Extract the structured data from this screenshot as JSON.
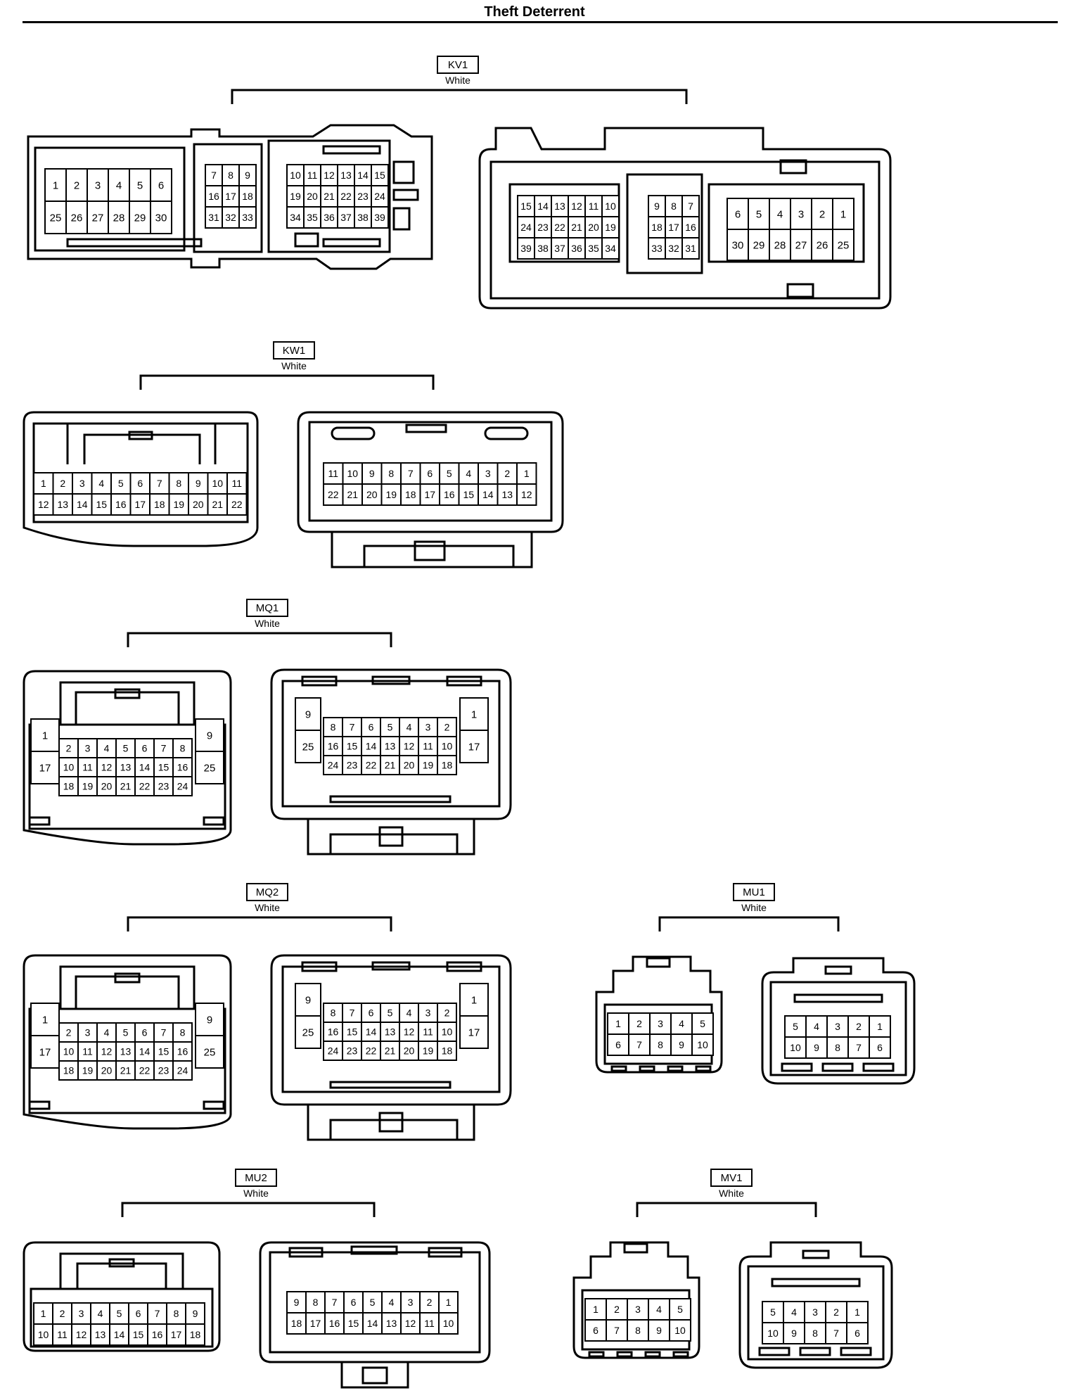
{
  "page": {
    "title": "Theft Deterrent"
  },
  "connectors": [
    {
      "id": "KV1",
      "color": "White",
      "sides": [
        {
          "blocks": [
            {
              "rows": [
                [
                  "1",
                  "2",
                  "3",
                  "4",
                  "5",
                  "6"
                ],
                [
                  "25",
                  "26",
                  "27",
                  "28",
                  "29",
                  "30"
                ]
              ]
            },
            {
              "rows": [
                [
                  "7",
                  "8",
                  "9"
                ],
                [
                  "16",
                  "17",
                  "18"
                ],
                [
                  "31",
                  "32",
                  "33"
                ]
              ]
            },
            {
              "rows": [
                [
                  "10",
                  "11",
                  "12",
                  "13",
                  "14",
                  "15"
                ],
                [
                  "19",
                  "20",
                  "21",
                  "22",
                  "23",
                  "24"
                ],
                [
                  "34",
                  "35",
                  "36",
                  "37",
                  "38",
                  "39"
                ]
              ]
            }
          ]
        },
        {
          "blocks": [
            {
              "rows": [
                [
                  "15",
                  "14",
                  "13",
                  "12",
                  "11",
                  "10"
                ],
                [
                  "24",
                  "23",
                  "22",
                  "21",
                  "20",
                  "19"
                ],
                [
                  "39",
                  "38",
                  "37",
                  "36",
                  "35",
                  "34"
                ]
              ]
            },
            {
              "rows": [
                [
                  "9",
                  "8",
                  "7"
                ],
                [
                  "18",
                  "17",
                  "16"
                ],
                [
                  "33",
                  "32",
                  "31"
                ]
              ]
            },
            {
              "rows": [
                [
                  "6",
                  "5",
                  "4",
                  "3",
                  "2",
                  "1"
                ],
                [
                  "30",
                  "29",
                  "28",
                  "27",
                  "26",
                  "25"
                ]
              ]
            }
          ]
        }
      ]
    },
    {
      "id": "KW1",
      "color": "White",
      "sides": [
        {
          "rows": [
            [
              "1",
              "2",
              "3",
              "4",
              "5",
              "6",
              "7",
              "8",
              "9",
              "10",
              "11"
            ],
            [
              "12",
              "13",
              "14",
              "15",
              "16",
              "17",
              "18",
              "19",
              "20",
              "21",
              "22"
            ]
          ]
        },
        {
          "rows": [
            [
              "11",
              "10",
              "9",
              "8",
              "7",
              "6",
              "5",
              "4",
              "3",
              "2",
              "1"
            ],
            [
              "22",
              "21",
              "20",
              "19",
              "18",
              "17",
              "16",
              "15",
              "14",
              "13",
              "12"
            ]
          ]
        }
      ]
    },
    {
      "id": "MQ1",
      "color": "White",
      "sides": [
        {
          "left": [
            "1",
            "17"
          ],
          "rows": [
            [
              "2",
              "3",
              "4",
              "5",
              "6",
              "7",
              "8"
            ],
            [
              "10",
              "11",
              "12",
              "13",
              "14",
              "15",
              "16"
            ],
            [
              "18",
              "19",
              "20",
              "21",
              "22",
              "23",
              "24"
            ]
          ],
          "right": [
            "9",
            "25"
          ]
        },
        {
          "left": [
            "9",
            "25"
          ],
          "rows": [
            [
              "8",
              "7",
              "6",
              "5",
              "4",
              "3",
              "2"
            ],
            [
              "16",
              "15",
              "14",
              "13",
              "12",
              "11",
              "10"
            ],
            [
              "24",
              "23",
              "22",
              "21",
              "20",
              "19",
              "18"
            ]
          ],
          "right": [
            "1",
            "17"
          ]
        }
      ]
    },
    {
      "id": "MQ2",
      "color": "White",
      "sides": [
        {
          "left": [
            "1",
            "17"
          ],
          "rows": [
            [
              "2",
              "3",
              "4",
              "5",
              "6",
              "7",
              "8"
            ],
            [
              "10",
              "11",
              "12",
              "13",
              "14",
              "15",
              "16"
            ],
            [
              "18",
              "19",
              "20",
              "21",
              "22",
              "23",
              "24"
            ]
          ],
          "right": [
            "9",
            "25"
          ]
        },
        {
          "left": [
            "9",
            "25"
          ],
          "rows": [
            [
              "8",
              "7",
              "6",
              "5",
              "4",
              "3",
              "2"
            ],
            [
              "16",
              "15",
              "14",
              "13",
              "12",
              "11",
              "10"
            ],
            [
              "24",
              "23",
              "22",
              "21",
              "20",
              "19",
              "18"
            ]
          ],
          "right": [
            "1",
            "17"
          ]
        }
      ]
    },
    {
      "id": "MU1",
      "color": "White",
      "sides": [
        {
          "rows": [
            [
              "1",
              "2",
              "3",
              "4",
              "5"
            ],
            [
              "6",
              "7",
              "8",
              "9",
              "10"
            ]
          ]
        },
        {
          "rows": [
            [
              "5",
              "4",
              "3",
              "2",
              "1"
            ],
            [
              "10",
              "9",
              "8",
              "7",
              "6"
            ]
          ]
        }
      ]
    },
    {
      "id": "MU2",
      "color": "White",
      "sides": [
        {
          "rows": [
            [
              "1",
              "2",
              "3",
              "4",
              "5",
              "6",
              "7",
              "8",
              "9"
            ],
            [
              "10",
              "11",
              "12",
              "13",
              "14",
              "15",
              "16",
              "17",
              "18"
            ]
          ]
        },
        {
          "rows": [
            [
              "9",
              "8",
              "7",
              "6",
              "5",
              "4",
              "3",
              "2",
              "1"
            ],
            [
              "18",
              "17",
              "16",
              "15",
              "14",
              "13",
              "12",
              "11",
              "10"
            ]
          ]
        }
      ]
    },
    {
      "id": "MV1",
      "color": "White",
      "sides": [
        {
          "rows": [
            [
              "1",
              "2",
              "3",
              "4",
              "5"
            ],
            [
              "6",
              "7",
              "8",
              "9",
              "10"
            ]
          ]
        },
        {
          "rows": [
            [
              "5",
              "4",
              "3",
              "2",
              "1"
            ],
            [
              "10",
              "9",
              "8",
              "7",
              "6"
            ]
          ]
        }
      ]
    }
  ]
}
